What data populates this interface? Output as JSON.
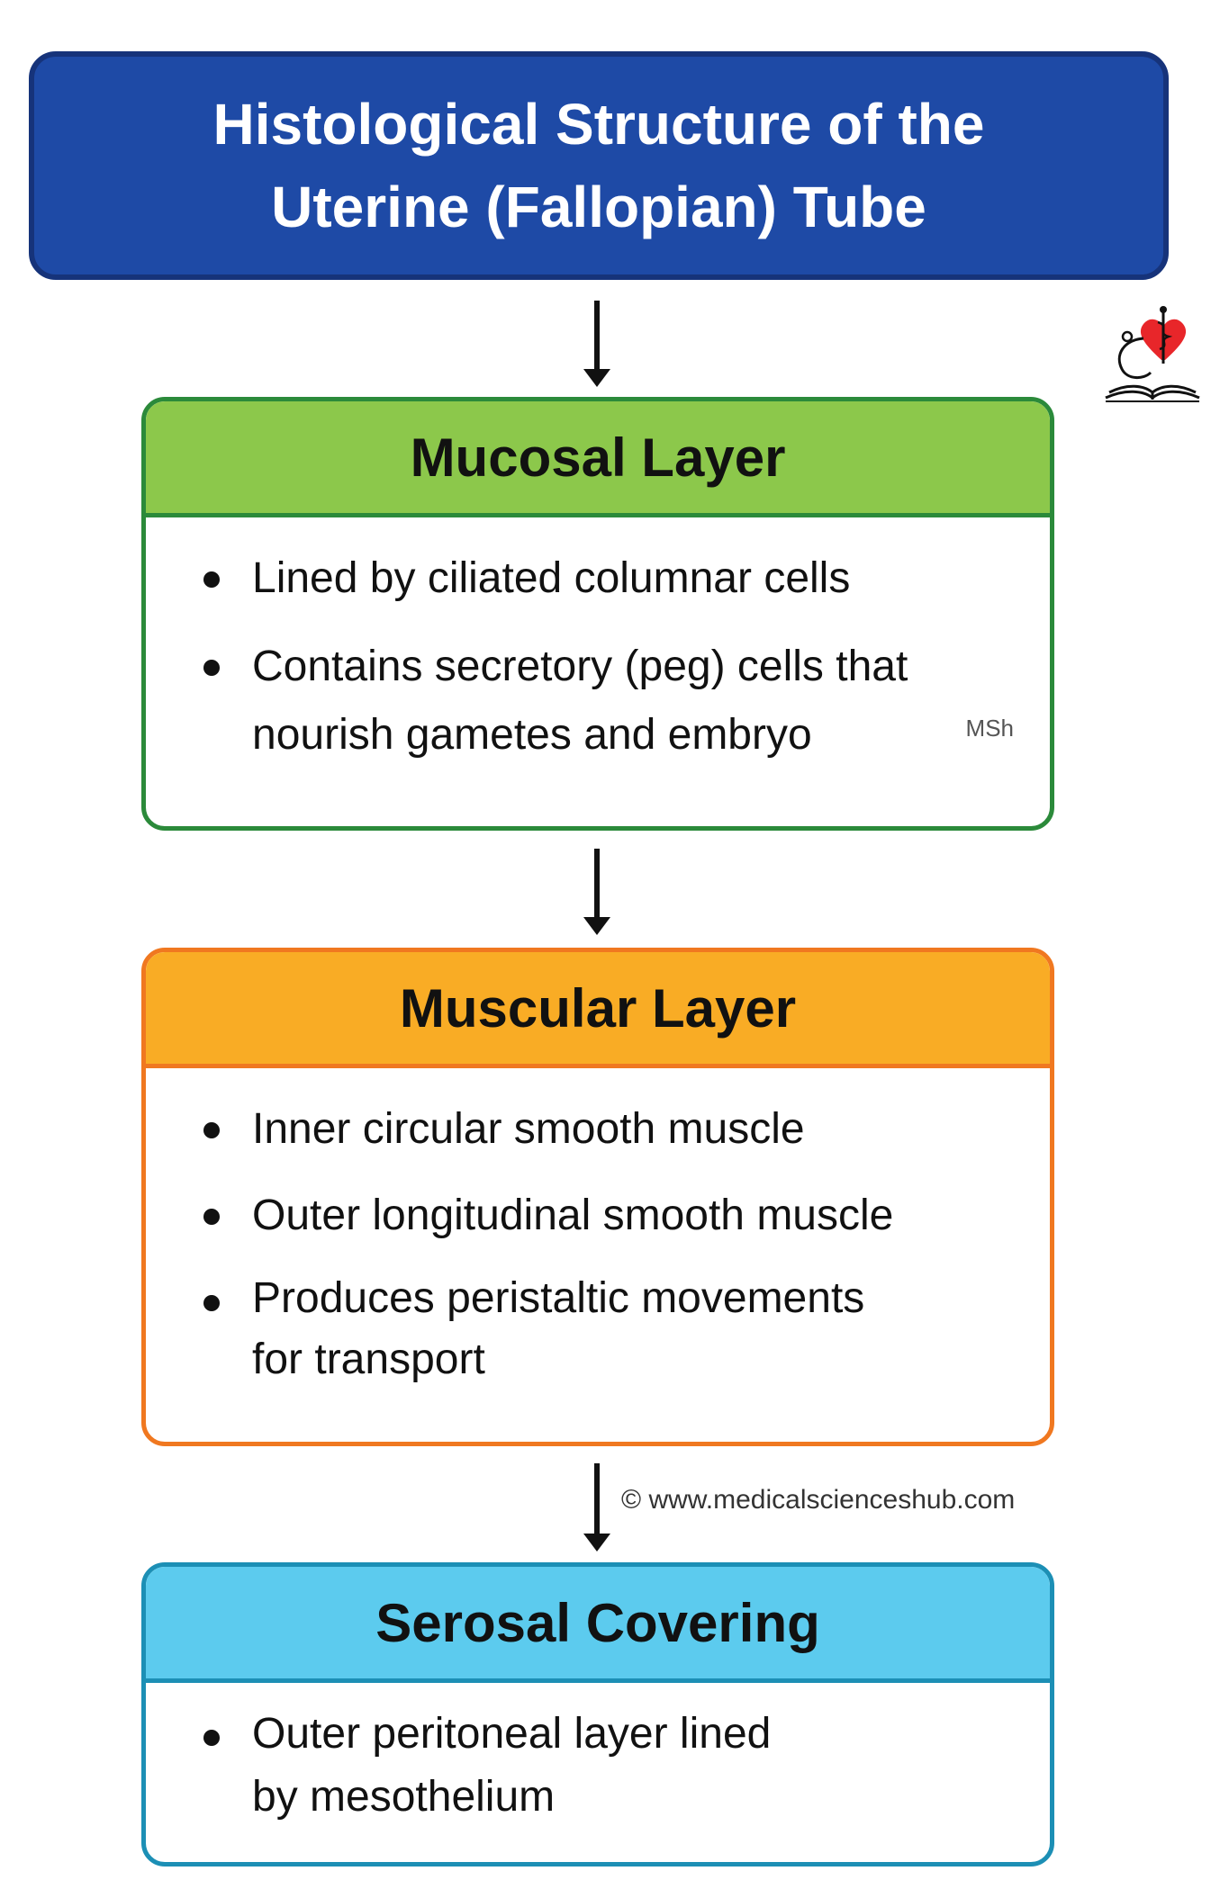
{
  "title": "Histological Structure of the Uterine (Fallopian) Tube",
  "layers": [
    {
      "heading": "Mucosal Layer",
      "bullets": [
        "Lined by ciliated columnar cells",
        "Contains secretory (peg) cells that nourish gametes and embryo"
      ],
      "colors": {
        "header": "#8cc84b",
        "border": "#2b8a3a"
      }
    },
    {
      "heading": "Muscular Layer",
      "bullets": [
        "Inner circular smooth muscle",
        "Outer longitudinal smooth muscle",
        "Produces peristaltic movements for transport"
      ],
      "colors": {
        "header": "#f9ac25",
        "border": "#f07820"
      }
    },
    {
      "heading": "Serosal Covering",
      "bullets": [
        "Outer peritoneal layer lined by mesothelium"
      ],
      "colors": {
        "header": "#5ccbee",
        "border": "#1c8fb5"
      }
    }
  ],
  "signature": "MSh",
  "copyright": "© www.medicalscienceshub.com",
  "logo_icon": "heart-stethoscope-book-icon",
  "title_colors": {
    "background": "#1e4aa6",
    "border": "#16337a"
  }
}
